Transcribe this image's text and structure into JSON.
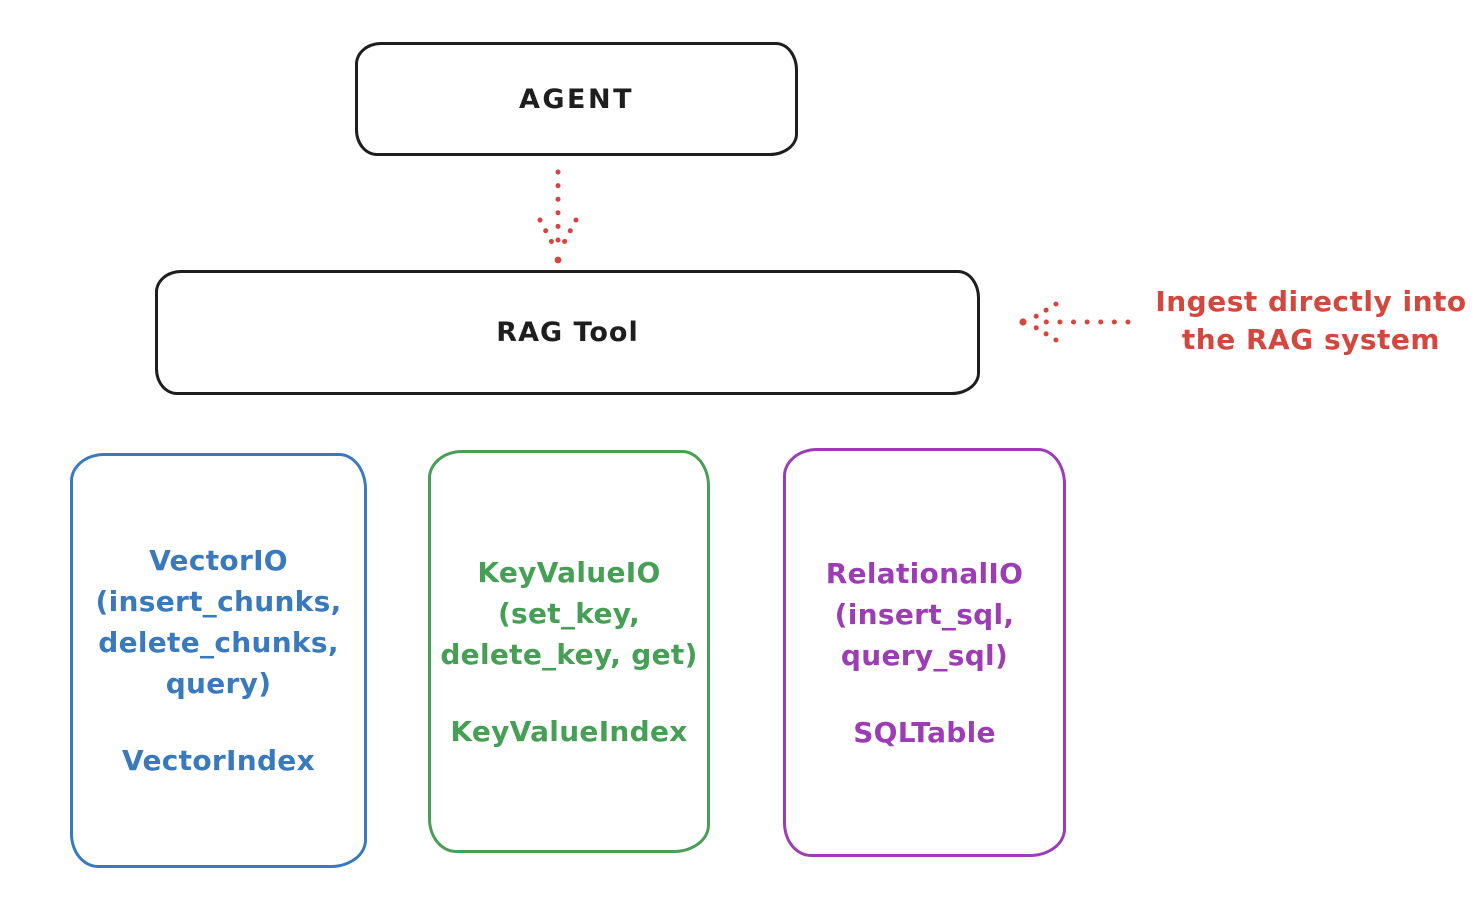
{
  "diagram": {
    "agent_box": {
      "label": "AGENT"
    },
    "rag_tool_box": {
      "label": "RAG Tool"
    },
    "annotation": {
      "line1": "Ingest directly into",
      "line2": "the RAG system"
    },
    "backends": [
      {
        "id": "vector-io",
        "color": "#3979be",
        "line1": "VectorIO",
        "line2": "(insert_chunks,",
        "line3": "delete_chunks,",
        "line4": "query)",
        "footer": "VectorIndex"
      },
      {
        "id": "keyvalue-io",
        "color": "#459f55",
        "line1": "KeyValueIO",
        "line2": "(set_key,",
        "line3": "delete_key, get)",
        "footer": "KeyValueIndex"
      },
      {
        "id": "relational-io",
        "color": "#9d3db5",
        "line1": "RelationalIO",
        "line2": "(insert_sql,",
        "line3": "query_sql)",
        "footer": "SQLTable"
      }
    ],
    "colors": {
      "stroke_black": "#1e1e1e",
      "accent_red": "#d4473f",
      "vector_blue": "#3979be",
      "keyvalue_green": "#459f55",
      "relational_purple": "#9d3db5"
    }
  }
}
